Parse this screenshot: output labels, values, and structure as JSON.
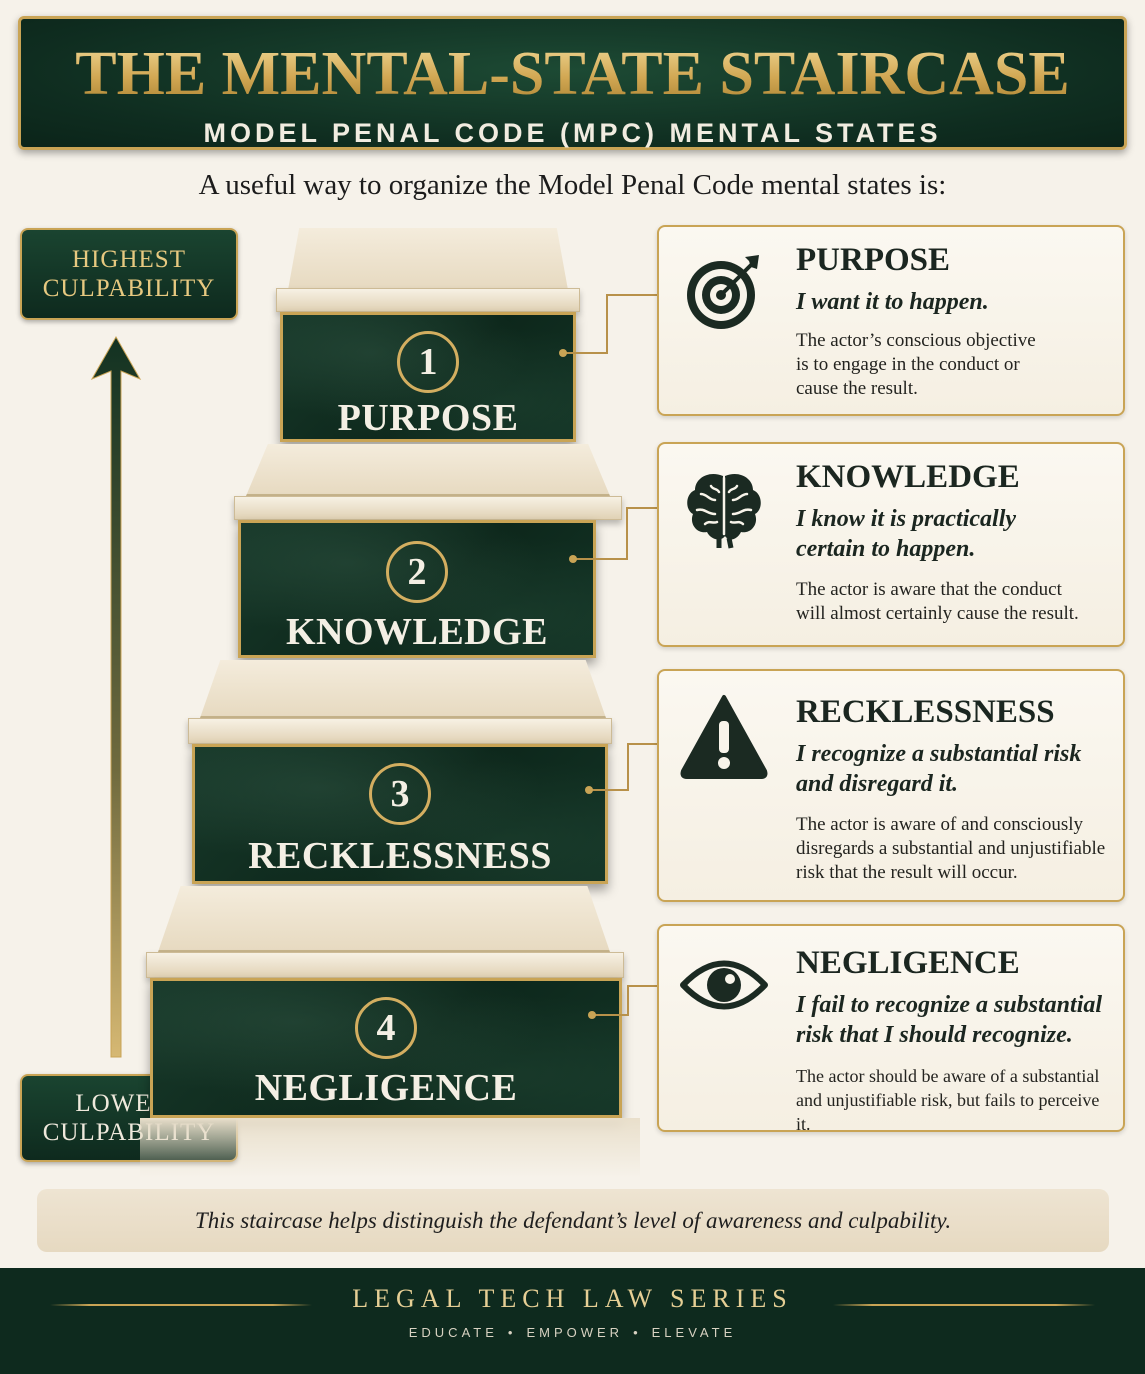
{
  "header": {
    "title": "THE MENTAL-STATE STAIRCASE",
    "subtitle": "MODEL PENAL CODE (MPC) MENTAL STATES"
  },
  "intro": "A useful way to organize the Model Penal Code mental states is:",
  "scale": {
    "high_line1": "HIGHEST",
    "high_line2": "CULPABILITY",
    "low_line1": "LOWEST",
    "low_line2": "CULPABILITY"
  },
  "steps": [
    {
      "number": "1",
      "label": "PURPOSE"
    },
    {
      "number": "2",
      "label": "KNOWLEDGE"
    },
    {
      "number": "3",
      "label": "RECKLESSNESS"
    },
    {
      "number": "4",
      "label": "NEGLIGENCE"
    }
  ],
  "cards": [
    {
      "icon": "target-icon",
      "title": "PURPOSE",
      "tag_line1": "I want it to happen.",
      "tag_line2": "",
      "desc_line1": "The actor’s conscious objective",
      "desc_line2": "is to engage in the conduct or",
      "desc_line3": "cause the result."
    },
    {
      "icon": "brain-icon",
      "title": "KNOWLEDGE",
      "tag_line1": "I know it is practically",
      "tag_line2": "certain to happen.",
      "desc_line1": "The actor is aware that the conduct",
      "desc_line2": "will almost certainly cause the result.",
      "desc_line3": ""
    },
    {
      "icon": "warning-icon",
      "title": "RECKLESSNESS",
      "tag_line1": "I recognize a substantial risk",
      "tag_line2": "and disregard it.",
      "desc_line1": "The actor is aware of and consciously",
      "desc_line2": "disregards a substantial and unjustifiable",
      "desc_line3": "risk that the result will occur."
    },
    {
      "icon": "eye-icon",
      "title": "NEGLIGENCE",
      "tag_line1": "I fail to recognize a substantial",
      "tag_line2": "risk that I should recognize.",
      "desc_line1": "The actor should be aware of a substantial",
      "desc_line2": "and unjustifiable risk, but fails to perceive it.",
      "desc_line3": ""
    }
  ],
  "footnote": "This staircase helps distinguish the defendant’s level of awareness and culpability.",
  "footer": {
    "title": "LEGAL TECH LAW SERIES",
    "sub1": "EDUCATE",
    "sub2": "EMPOWER",
    "sub3": "ELEVATE"
  },
  "colors": {
    "dark_green": "#0e2a1e",
    "gold": "#c9a455",
    "cream": "#f6f2ea"
  }
}
